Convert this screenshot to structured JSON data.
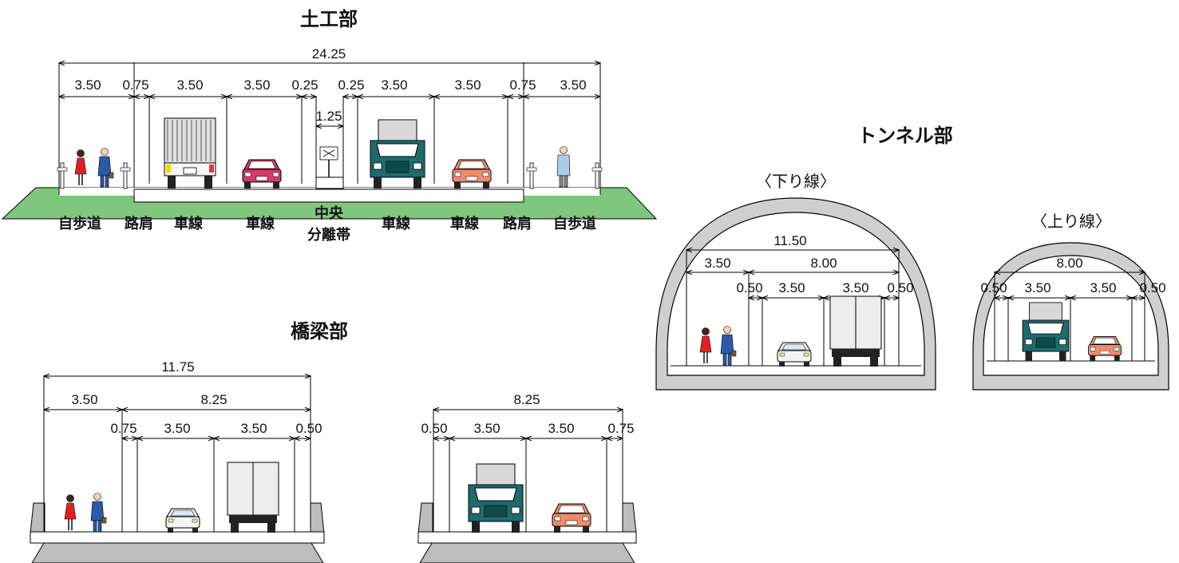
{
  "earthwork": {
    "title": "土工部",
    "total": "24.25",
    "segments": [
      "3.50",
      "0.75",
      "3.50",
      "3.50",
      "0.25",
      "0.25",
      "3.50",
      "3.50",
      "0.75",
      "3.50"
    ],
    "median_width": "1.25",
    "labels": {
      "sidewalk_left": "自歩道",
      "shoulder_left": "路肩",
      "lane1": "車線",
      "lane2": "車線",
      "median_line1": "中央",
      "median_line2": "分離帯",
      "lane3": "車線",
      "lane4": "車線",
      "shoulder_right": "路肩",
      "sidewalk_right": "自歩道"
    }
  },
  "tunnel": {
    "title": "トンネル部",
    "down": {
      "label": "〈下り線〉",
      "total": "11.50",
      "sidewalk": "3.50",
      "roadway": "8.00",
      "shoulder_left": "0.50",
      "lane1": "3.50",
      "lane2": "3.50",
      "shoulder_right": "0.50"
    },
    "up": {
      "label": "〈上り線〉",
      "roadway": "8.00",
      "shoulder_left": "0.50",
      "lane1": "3.50",
      "lane2": "3.50",
      "shoulder_right": "0.50"
    }
  },
  "bridge": {
    "title": "橋梁部",
    "left": {
      "total": "11.75",
      "sidewalk": "3.50",
      "roadway": "8.25",
      "shoulder_left": "0.75",
      "lane1": "3.50",
      "lane2": "3.50",
      "shoulder_right": "0.50"
    },
    "right": {
      "roadway": "8.25",
      "shoulder_left": "0.50",
      "lane1": "3.50",
      "lane2": "3.50",
      "shoulder_right": "0.75"
    }
  },
  "colors": {
    "grass": "#7fc67f",
    "teal_truck": "#1e6b6b",
    "red_car": "#d63a6a",
    "orange_car": "#f08a6a",
    "person_blue": "#2a5aa8",
    "dress_red": "#e02020",
    "lining": "#c8c8c8",
    "pier": "#bdbdbd"
  }
}
